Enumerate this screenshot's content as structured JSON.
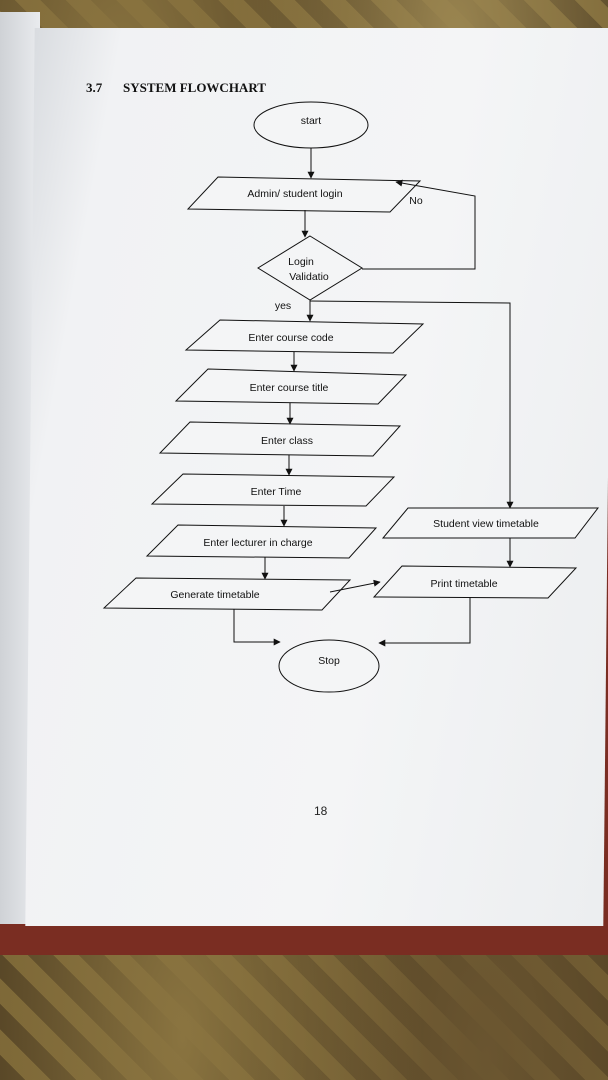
{
  "section": {
    "number": "3.7",
    "title": "SYSTEM FLOWCHART"
  },
  "flowchart": {
    "start": "start",
    "login": "Admin/ student login",
    "validation_line1": "Login",
    "validation_line2": "Validatio",
    "no_label": "No",
    "yes_label": "yes",
    "course_code": "Enter course code",
    "course_title": "Enter course title",
    "class": "Enter class",
    "time": "Enter  Time",
    "lecturer": "Enter  lecturer in charge",
    "generate": "Generate timetable",
    "student_view": "Student view timetable",
    "print": "Print timetable",
    "stop": "Stop"
  },
  "page_number": "18"
}
